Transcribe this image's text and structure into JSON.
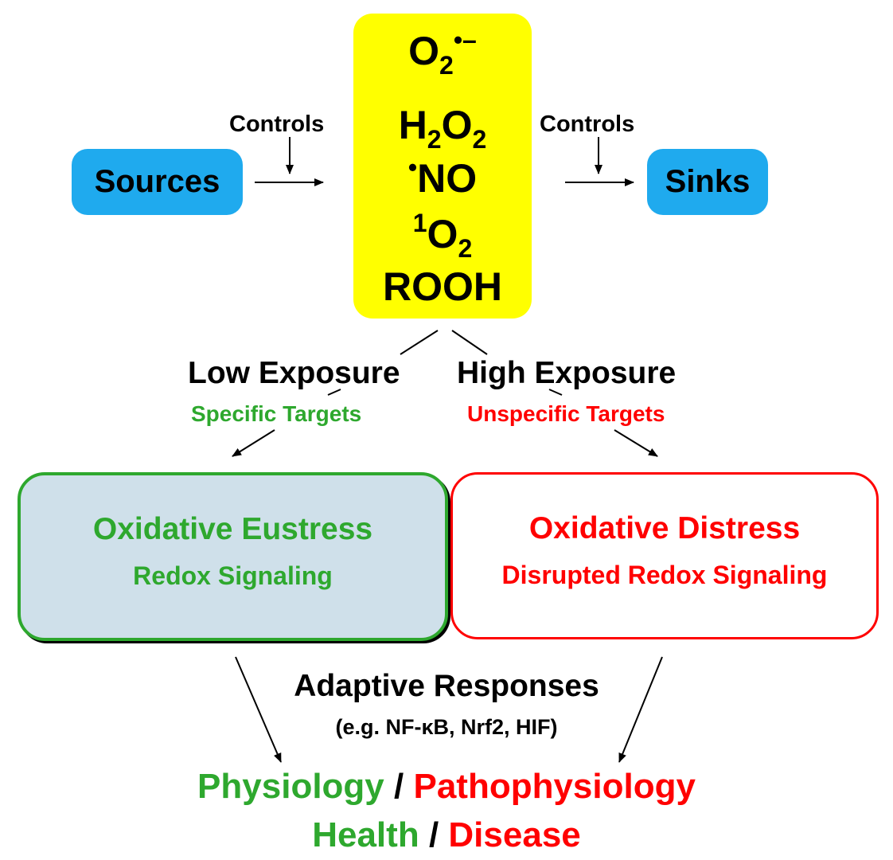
{
  "sources_label": "Sources",
  "sinks_label": "Sinks",
  "controls_left": "Controls",
  "controls_right": "Controls",
  "species": [
    {
      "main": "O",
      "sub": "2",
      "sup": "•–"
    },
    {
      "main1": "H",
      "sub1": "2",
      "main2": "O",
      "sub2": "2"
    },
    {
      "pre_sup": "•",
      "main": "NO"
    },
    {
      "pre_sup": "1",
      "main": "O",
      "sub": "2"
    },
    {
      "main": "ROOH"
    }
  ],
  "low_exposure": "Low Exposure",
  "high_exposure": "High Exposure",
  "specific_targets": "Specific Targets",
  "unspecific_targets": "Unspecific Targets",
  "eustress": {
    "title": "Oxidative Eustress",
    "subtitle": "Redox Signaling"
  },
  "distress": {
    "title": "Oxidative Distress",
    "subtitle": "Disrupted Redox Signaling"
  },
  "adaptive_title": "Adaptive Responses",
  "adaptive_examples": "(e.g. NF-κB, Nrf2, HIF)",
  "physiology": "Physiology",
  "slash": "/",
  "pathophysiology": "Pathophysiology",
  "health": "Health",
  "disease": "Disease",
  "colors": {
    "sources_sinks": "#1faaee",
    "species_box": "#ffff00",
    "eustress": "#2ea82e",
    "distress": "#ff0000"
  }
}
